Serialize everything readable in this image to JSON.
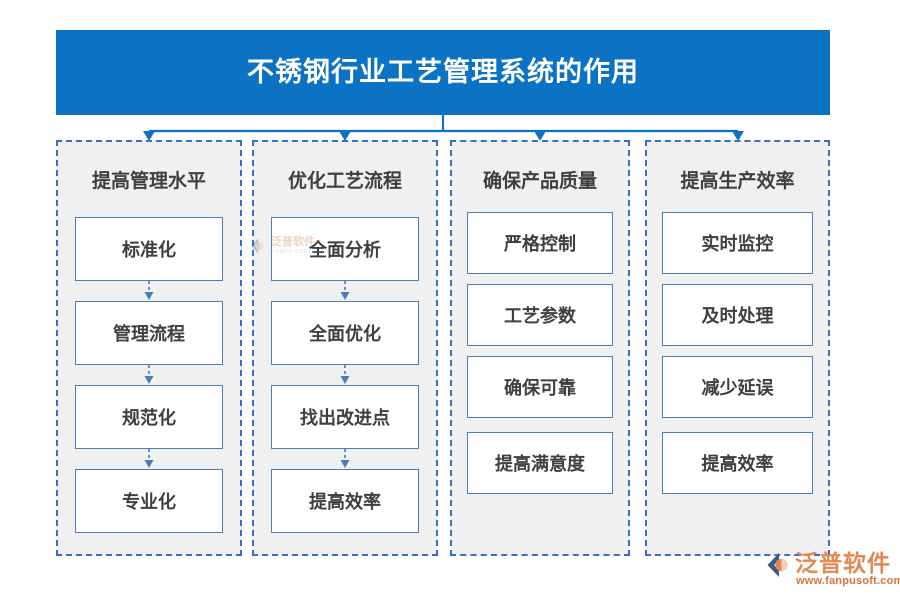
{
  "title": {
    "text": "不锈钢行业工艺管理系统的作用",
    "background_color": "#0b72c4",
    "text_color": "#ffffff"
  },
  "theme": {
    "panel_fill": "#f0f0f0",
    "panel_border": "#3a6fc4",
    "node_border": "#4a7ebb",
    "node_fill": "#ffffff",
    "text_color": "#3f3f3f",
    "connector_color": "#0b72c4",
    "inner_arrow_color": "#4a7ebb"
  },
  "columns": [
    {
      "header": "提高管理水平",
      "has_arrows": true,
      "nodes": [
        "标准化",
        "管理流程",
        "规范化",
        "专业化"
      ]
    },
    {
      "header": "优化工艺流程",
      "has_arrows": true,
      "nodes": [
        "全面分析",
        "全面优化",
        "找出改进点",
        "提高效率"
      ]
    },
    {
      "header": "确保产品质量",
      "has_arrows": false,
      "nodes": [
        "严格控制",
        "工艺参数",
        "确保可靠",
        "提高满意度"
      ]
    },
    {
      "header": "提高生产效率",
      "has_arrows": false,
      "nodes": [
        "实时监控",
        "及时处理",
        "减少延误",
        "提高效率"
      ]
    }
  ],
  "watermark": {
    "text": "泛普软件",
    "subtext": "FANPU SOFTWARE"
  },
  "logo": {
    "name": "泛普软件",
    "url": "www.fanpusoft.com",
    "mark_color": "#3d5a8a",
    "accent_color": "#e08a52"
  }
}
